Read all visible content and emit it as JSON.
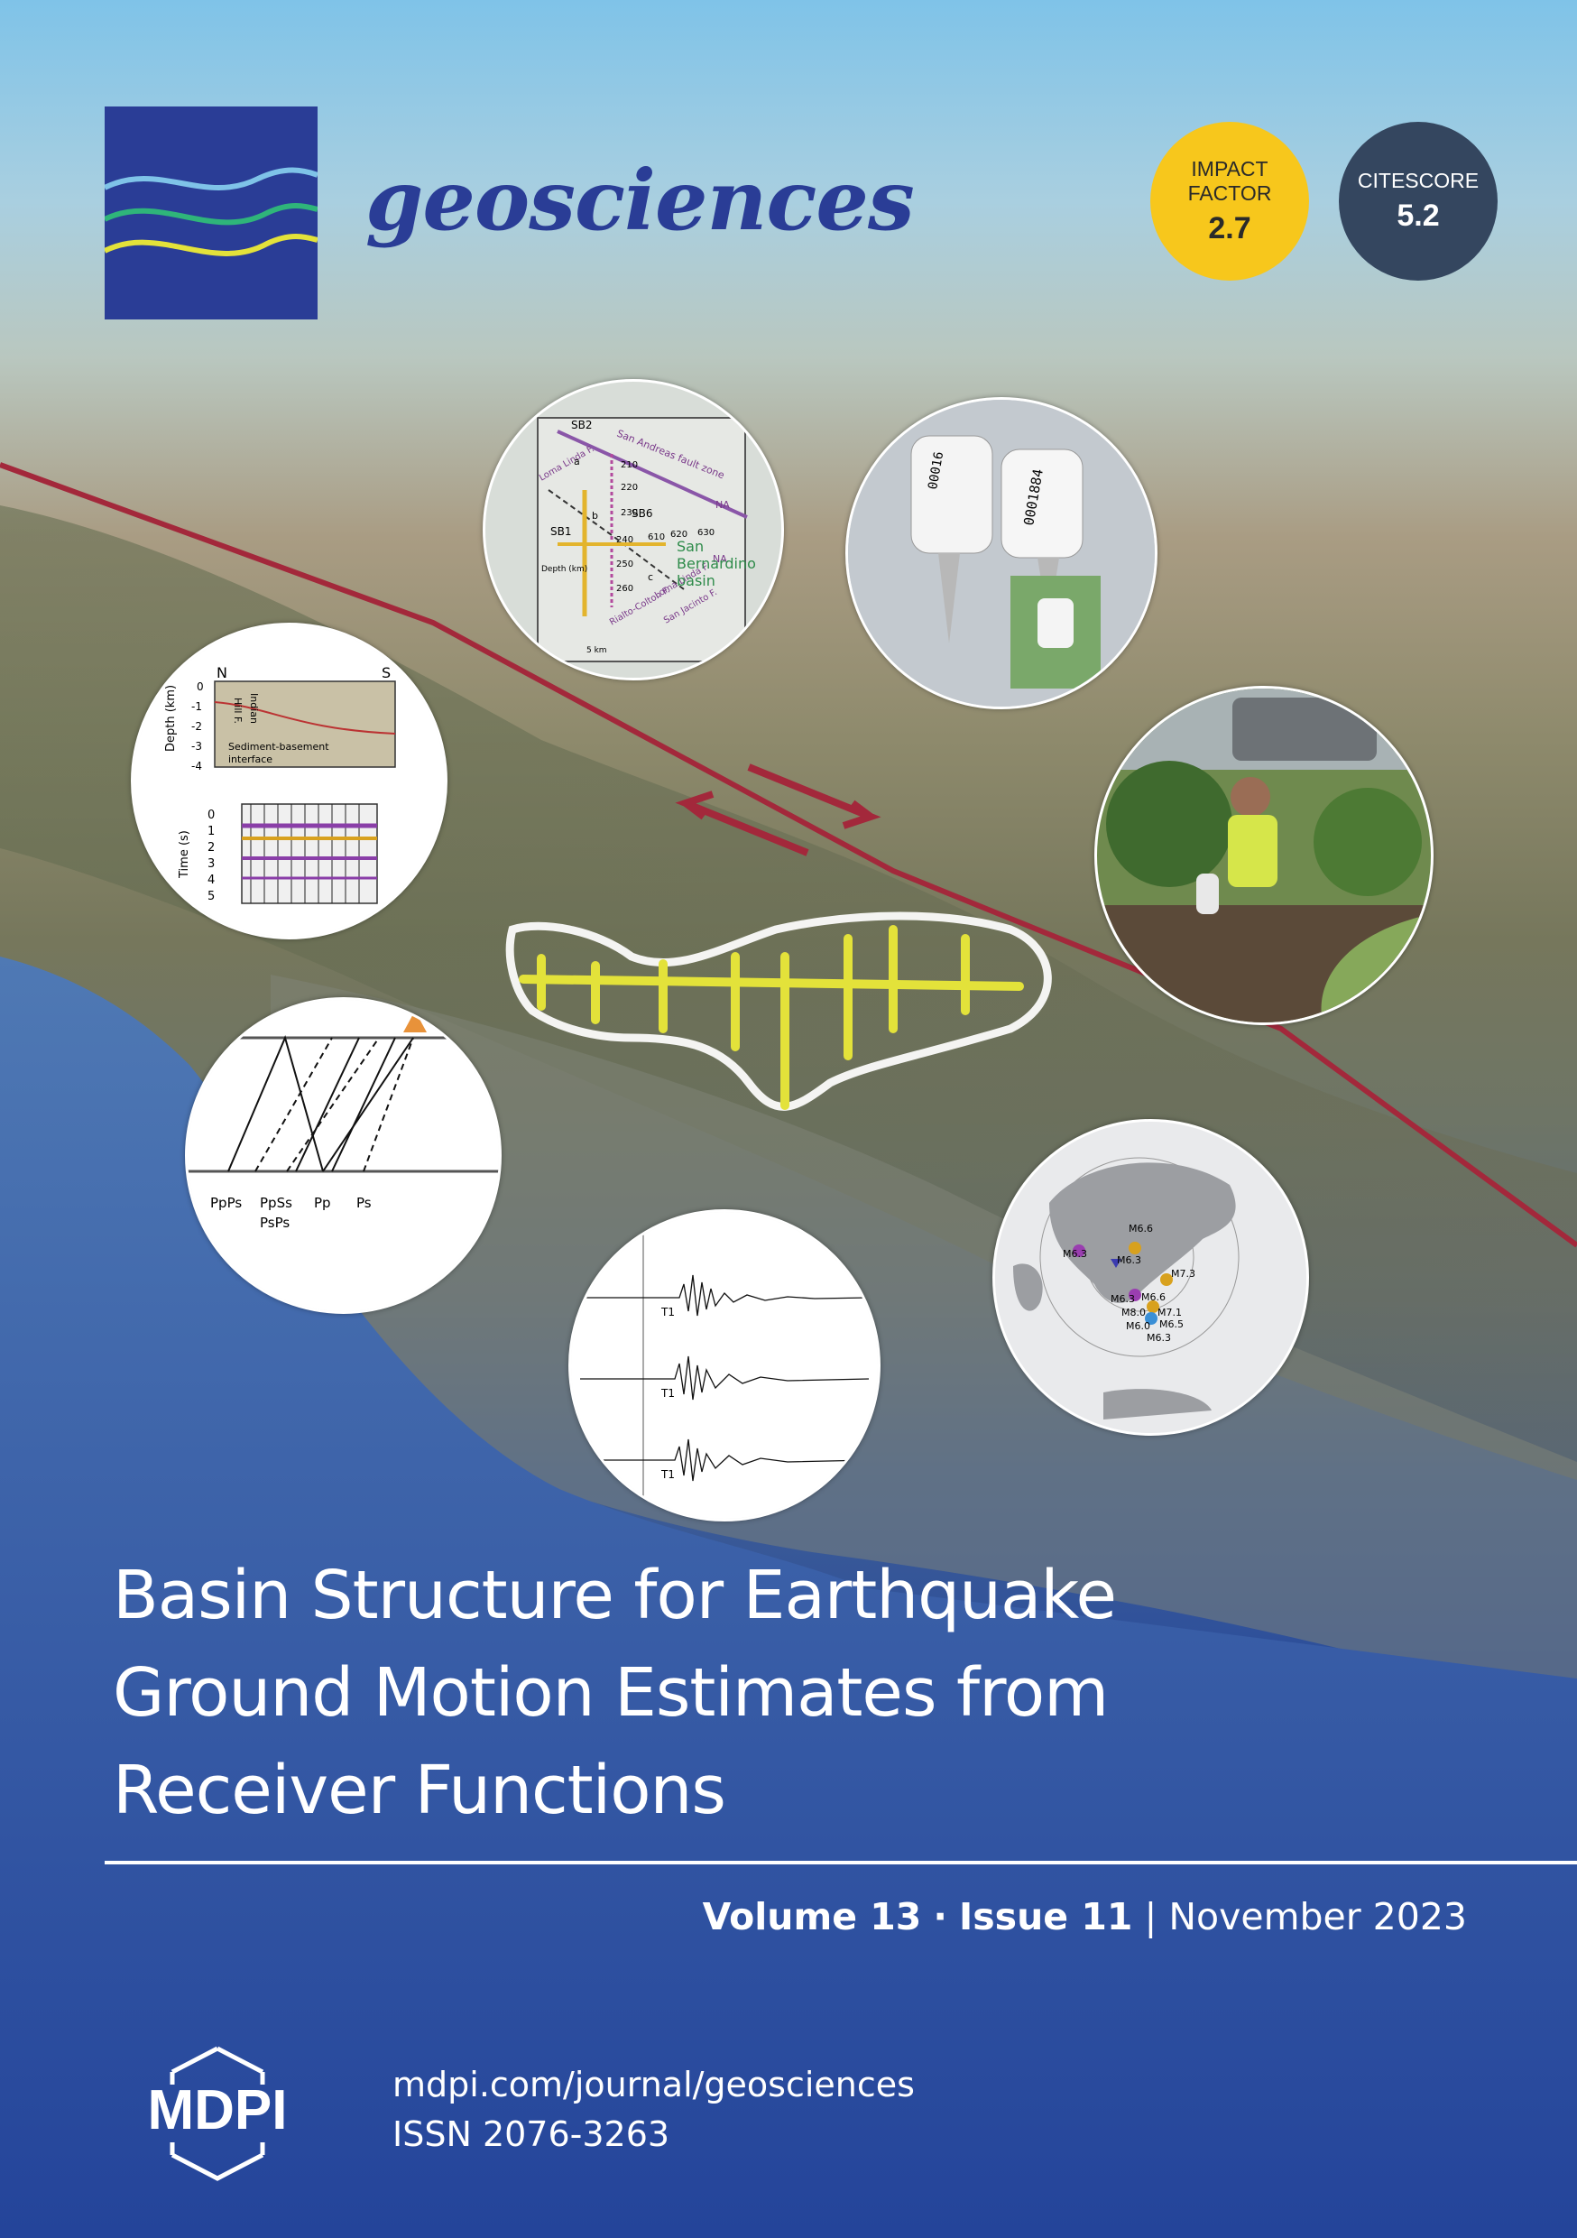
{
  "journal": {
    "name": "geosciences"
  },
  "badges": {
    "impact_factor": {
      "label_line1": "IMPACT",
      "label_line2": "FACTOR",
      "value": "2.7",
      "color": "#f7c71c"
    },
    "citescore": {
      "label": "CITESCORE",
      "value": "5.2",
      "color": "#34465f"
    }
  },
  "insets": {
    "map": {
      "labels": [
        "SB2",
        "San Andreas fault zone",
        "Loma Linda F.",
        "SB6",
        "SB1",
        "Rialto-Colton F.",
        "San Jacinto F.",
        "Loma Linda F.",
        "NA",
        "NA",
        "San",
        "Bernardino",
        "basin",
        "Depth (km)",
        "5 km"
      ],
      "numbers": [
        "210",
        "220",
        "230",
        "240",
        "250",
        "260",
        "610",
        "620",
        "630",
        "a",
        "b",
        "c"
      ]
    },
    "section": {
      "compass": [
        "N",
        "S"
      ],
      "depth_label": "Depth (km)",
      "depth_ticks": [
        "0",
        "-1",
        "-2",
        "-3",
        "-4"
      ],
      "fault_label_1": "Indian",
      "fault_label_2": "Hill F.",
      "note_line1": "Sediment-basement",
      "note_line2": "interface",
      "time_label": "Time (s)",
      "time_ticks": [
        "0",
        "1",
        "2",
        "3",
        "4",
        "5"
      ]
    },
    "raypaths": {
      "phases": [
        "PpPs",
        "PpSs",
        "PsPs",
        "Pp",
        "Ps"
      ]
    },
    "seismograms": {
      "trace_labels": [
        "T1",
        "T1",
        "T1"
      ]
    },
    "globe": {
      "events": [
        "M6.6",
        "M6.3",
        "M6.3",
        "M7.3",
        "M6.3",
        "M6.6",
        "M8.0",
        "M7.1",
        "M6.0",
        "M6.5",
        "M6.3"
      ]
    },
    "sensors": {
      "serial_1": "0001884",
      "serial_2": "00016"
    }
  },
  "title": {
    "line1": "Basin Structure for Earthquake",
    "line2": "Ground Motion Estimates from",
    "line3": "Receiver Functions"
  },
  "issue": {
    "volume": "Volume 13",
    "sep": "·",
    "issue": "Issue 11",
    "bar": "|",
    "date": "November 2023"
  },
  "publisher": {
    "logo_text": "MDPI",
    "url": "mdpi.com/journal/geosciences",
    "issn": "ISSN 2076-3263"
  },
  "colors": {
    "brand_blue": "#2a3d96",
    "fault_red": "#a3283b",
    "basin_yellow": "#e3e23a"
  }
}
